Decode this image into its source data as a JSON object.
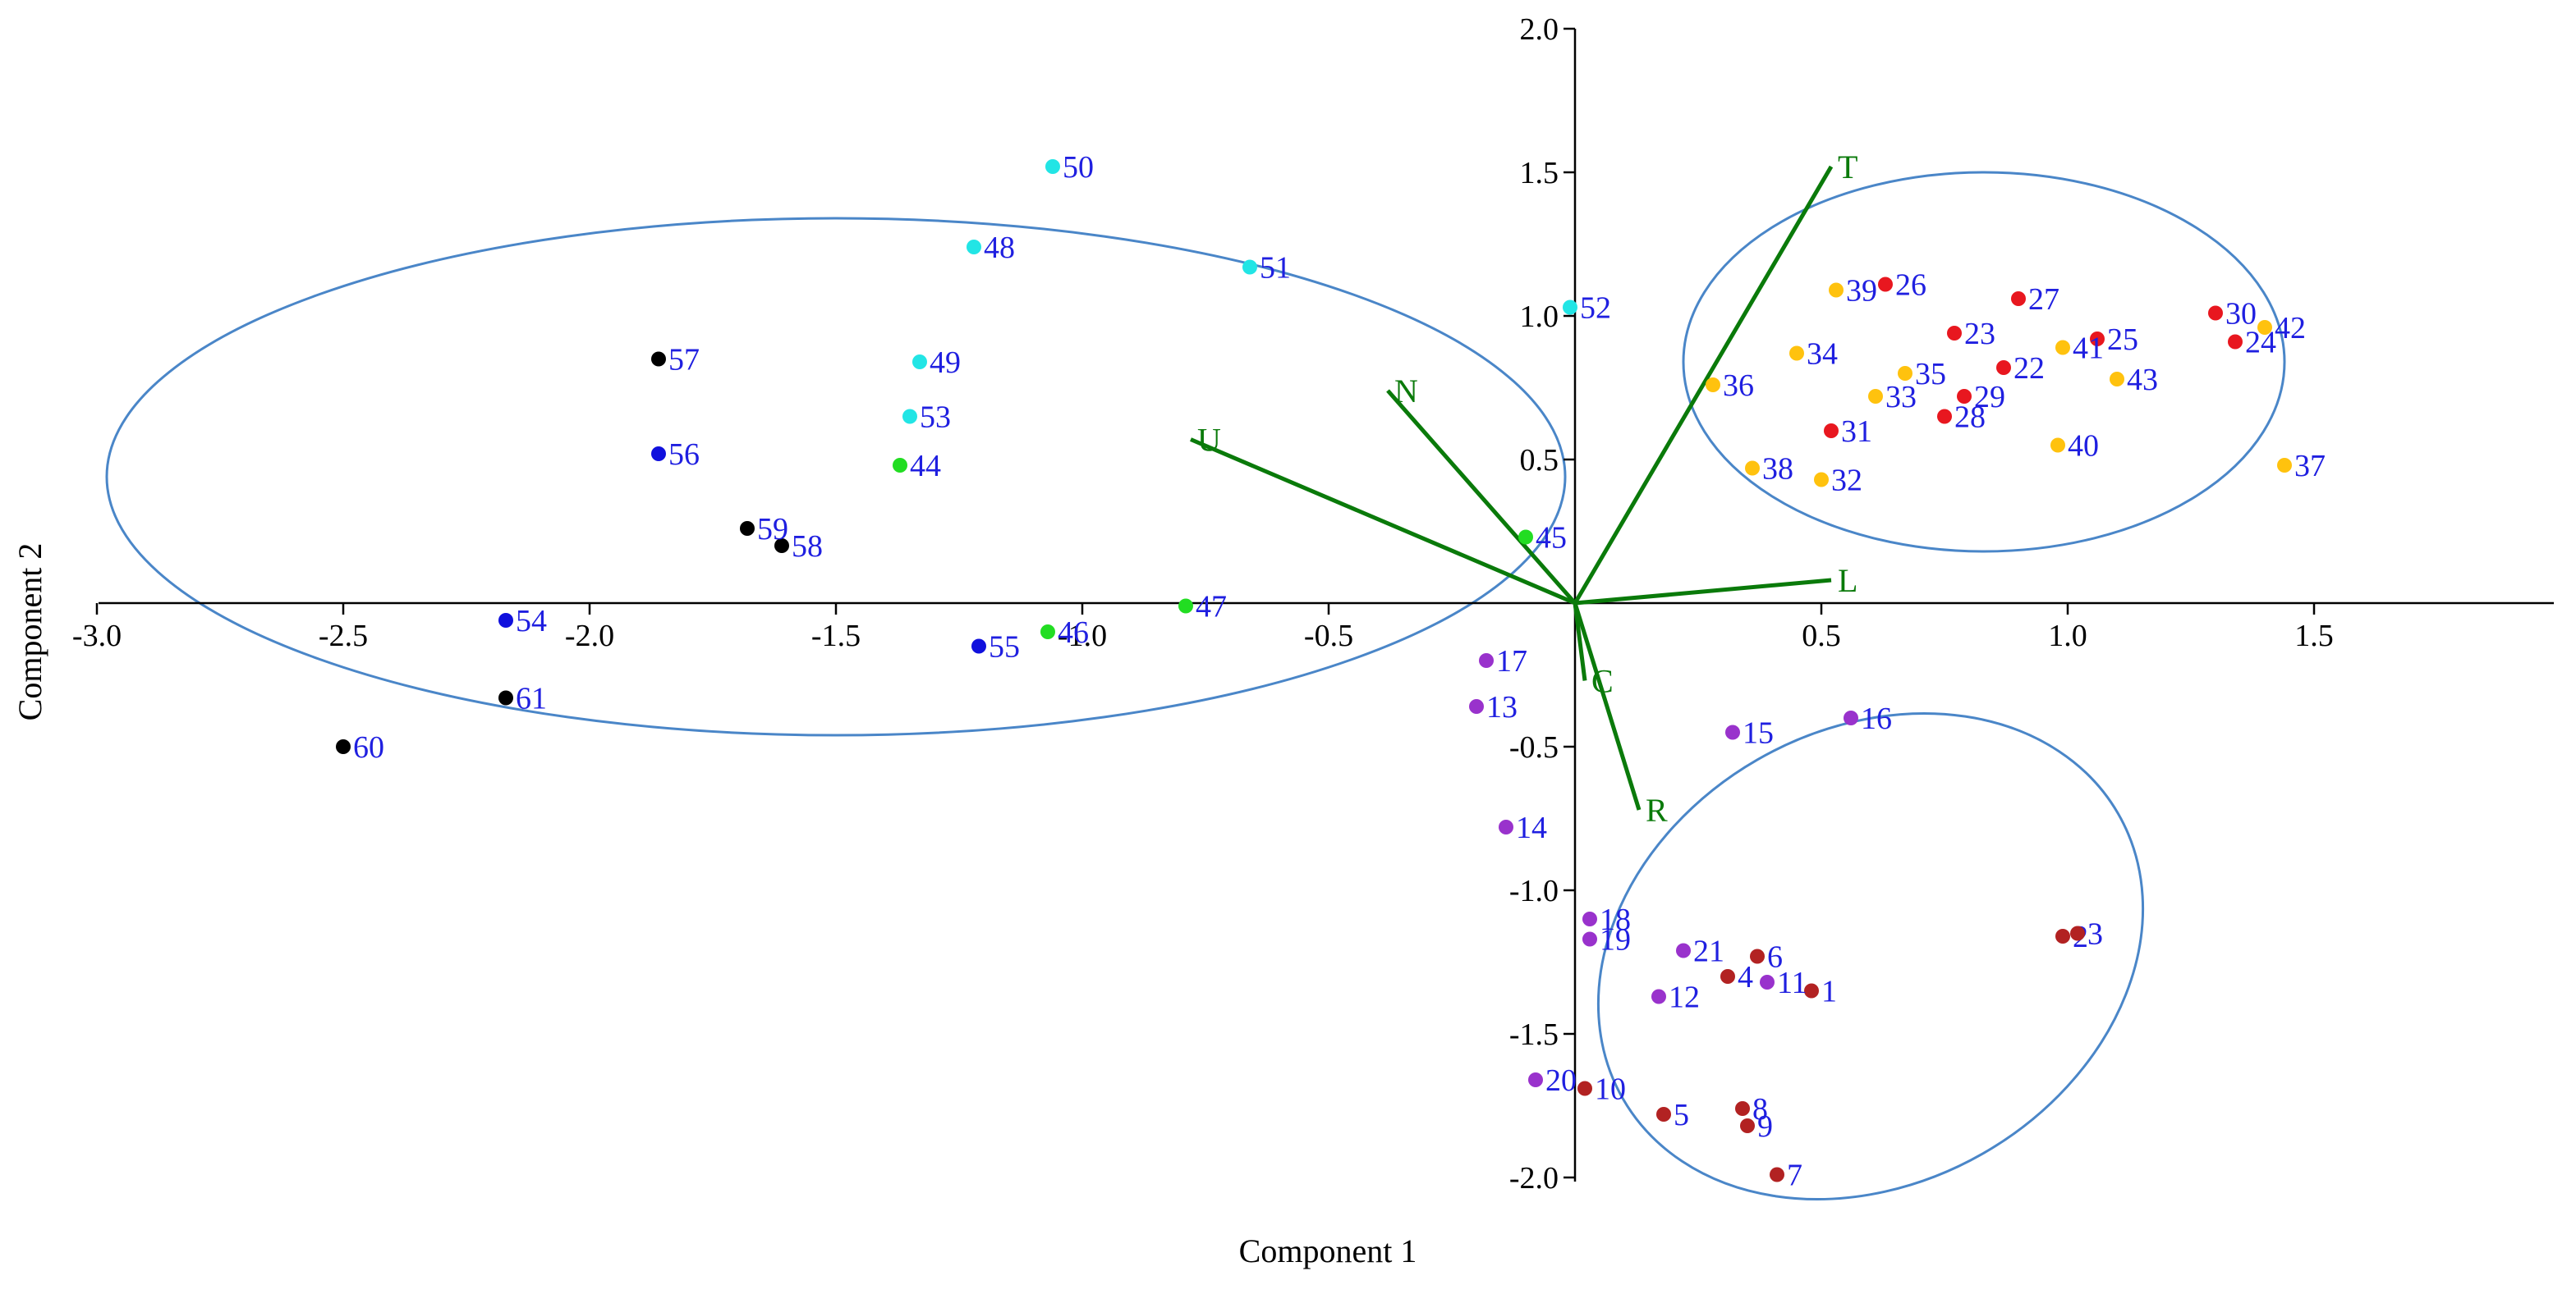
{
  "chart_data": {
    "type": "scatter",
    "xlabel": "Component 1",
    "ylabel": "Component 2",
    "xlim": [
      -3.0,
      2.0
    ],
    "ylim": [
      -2.0,
      2.0
    ],
    "x_ticks": [
      "-3.0",
      "-2.5",
      "-2.0",
      "-1.5",
      "-1.0",
      "-0.5",
      "0.5",
      "1.0",
      "1.5"
    ],
    "y_ticks": [
      "2.0",
      "1.5",
      "1.0",
      "0.5",
      "-0.5",
      "-1.0",
      "-1.5",
      "-2.0"
    ],
    "colors": {
      "axis": "#000000",
      "ellipse": "#4a86c8",
      "loading": "#0a7a0a",
      "label": "#1f1fe0"
    },
    "points": [
      {
        "label": "1",
        "x": 0.48,
        "y": -1.35,
        "color": "#b22222"
      },
      {
        "label": "2",
        "x": 0.99,
        "y": -1.16,
        "color": "#b22222"
      },
      {
        "label": "3",
        "x": 1.02,
        "y": -1.15,
        "color": "#b22222"
      },
      {
        "label": "4",
        "x": 0.31,
        "y": -1.3,
        "color": "#b22222"
      },
      {
        "label": "5",
        "x": 0.18,
        "y": -1.78,
        "color": "#b22222"
      },
      {
        "label": "6",
        "x": 0.37,
        "y": -1.23,
        "color": "#b22222"
      },
      {
        "label": "7",
        "x": 0.41,
        "y": -1.99,
        "color": "#b22222"
      },
      {
        "label": "8",
        "x": 0.34,
        "y": -1.76,
        "color": "#b22222"
      },
      {
        "label": "9",
        "x": 0.35,
        "y": -1.82,
        "color": "#b22222"
      },
      {
        "label": "10",
        "x": 0.02,
        "y": -1.69,
        "color": "#b22222"
      },
      {
        "label": "11",
        "x": 0.39,
        "y": -1.32,
        "color": "#9932cc"
      },
      {
        "label": "12",
        "x": 0.17,
        "y": -1.37,
        "color": "#9932cc"
      },
      {
        "label": "13",
        "x": -0.2,
        "y": -0.36,
        "color": "#9932cc"
      },
      {
        "label": "14",
        "x": -0.14,
        "y": -0.78,
        "color": "#9932cc"
      },
      {
        "label": "15",
        "x": 0.32,
        "y": -0.45,
        "color": "#9932cc"
      },
      {
        "label": "16",
        "x": 0.56,
        "y": -0.4,
        "color": "#9932cc"
      },
      {
        "label": "17",
        "x": -0.18,
        "y": -0.2,
        "color": "#9932cc"
      },
      {
        "label": "18",
        "x": 0.03,
        "y": -1.1,
        "color": "#9932cc"
      },
      {
        "label": "19",
        "x": 0.03,
        "y": -1.17,
        "color": "#9932cc"
      },
      {
        "label": "20",
        "x": -0.08,
        "y": -1.66,
        "color": "#9932cc"
      },
      {
        "label": "21",
        "x": 0.22,
        "y": -1.21,
        "color": "#9932cc"
      },
      {
        "label": "22",
        "x": 0.87,
        "y": 0.82,
        "color": "#e8171f"
      },
      {
        "label": "23",
        "x": 0.77,
        "y": 0.94,
        "color": "#e8171f"
      },
      {
        "label": "24",
        "x": 1.34,
        "y": 0.91,
        "color": "#e8171f"
      },
      {
        "label": "25",
        "x": 1.06,
        "y": 0.92,
        "color": "#e8171f"
      },
      {
        "label": "26",
        "x": 0.63,
        "y": 1.11,
        "color": "#e8171f"
      },
      {
        "label": "27",
        "x": 0.9,
        "y": 1.06,
        "color": "#e8171f"
      },
      {
        "label": "28",
        "x": 0.75,
        "y": 0.65,
        "color": "#e8171f"
      },
      {
        "label": "29",
        "x": 0.79,
        "y": 0.72,
        "color": "#e8171f"
      },
      {
        "label": "30",
        "x": 1.3,
        "y": 1.01,
        "color": "#e8171f"
      },
      {
        "label": "31",
        "x": 0.52,
        "y": 0.6,
        "color": "#e8171f"
      },
      {
        "label": "32",
        "x": 0.5,
        "y": 0.43,
        "color": "#ffc20e"
      },
      {
        "label": "33",
        "x": 0.61,
        "y": 0.72,
        "color": "#ffc20e"
      },
      {
        "label": "34",
        "x": 0.45,
        "y": 0.87,
        "color": "#ffc20e"
      },
      {
        "label": "35",
        "x": 0.67,
        "y": 0.8,
        "color": "#ffc20e"
      },
      {
        "label": "36",
        "x": 0.28,
        "y": 0.76,
        "color": "#ffc20e"
      },
      {
        "label": "37",
        "x": 1.44,
        "y": 0.48,
        "color": "#ffc20e"
      },
      {
        "label": "38",
        "x": 0.36,
        "y": 0.47,
        "color": "#ffc20e"
      },
      {
        "label": "39",
        "x": 0.53,
        "y": 1.09,
        "color": "#ffc20e"
      },
      {
        "label": "40",
        "x": 0.98,
        "y": 0.55,
        "color": "#ffc20e"
      },
      {
        "label": "41",
        "x": 0.99,
        "y": 0.89,
        "color": "#ffc20e"
      },
      {
        "label": "42",
        "x": 1.4,
        "y": 0.96,
        "color": "#ffc20e"
      },
      {
        "label": "43",
        "x": 1.1,
        "y": 0.78,
        "color": "#ffc20e"
      },
      {
        "label": "44",
        "x": -1.37,
        "y": 0.48,
        "color": "#22dd22"
      },
      {
        "label": "45",
        "x": -0.1,
        "y": 0.23,
        "color": "#22dd22"
      },
      {
        "label": "46",
        "x": -1.07,
        "y": -0.1,
        "color": "#22dd22"
      },
      {
        "label": "47",
        "x": -0.79,
        "y": -0.01,
        "color": "#22dd22"
      },
      {
        "label": "48",
        "x": -1.22,
        "y": 1.24,
        "color": "#22e5e5"
      },
      {
        "label": "49",
        "x": -1.33,
        "y": 0.84,
        "color": "#22e5e5"
      },
      {
        "label": "50",
        "x": -1.06,
        "y": 1.52,
        "color": "#22e5e5"
      },
      {
        "label": "51",
        "x": -0.66,
        "y": 1.17,
        "color": "#22e5e5"
      },
      {
        "label": "52",
        "x": -0.01,
        "y": 1.03,
        "color": "#22e5e5"
      },
      {
        "label": "53",
        "x": -1.35,
        "y": 0.65,
        "color": "#22e5e5"
      },
      {
        "label": "54",
        "x": -2.17,
        "y": -0.06,
        "color": "#1010dd"
      },
      {
        "label": "55",
        "x": -1.21,
        "y": -0.15,
        "color": "#1010dd"
      },
      {
        "label": "56",
        "x": -1.86,
        "y": 0.52,
        "color": "#1010dd"
      },
      {
        "label": "57",
        "x": -1.86,
        "y": 0.85,
        "color": "#000000"
      },
      {
        "label": "58",
        "x": -1.61,
        "y": 0.2,
        "color": "#000000"
      },
      {
        "label": "59",
        "x": -1.68,
        "y": 0.26,
        "color": "#000000"
      },
      {
        "label": "60",
        "x": -2.5,
        "y": -0.5,
        "color": "#000000"
      },
      {
        "label": "61",
        "x": -2.17,
        "y": -0.33,
        "color": "#000000"
      }
    ],
    "loadings": [
      {
        "label": "T",
        "x": 0.52,
        "y": 1.52
      },
      {
        "label": "N",
        "x": -0.38,
        "y": 0.74
      },
      {
        "label": "U",
        "x": -0.78,
        "y": 0.57
      },
      {
        "label": "L",
        "x": 0.52,
        "y": 0.08
      },
      {
        "label": "C",
        "x": 0.02,
        "y": -0.27
      },
      {
        "label": "R",
        "x": 0.13,
        "y": -0.72
      }
    ],
    "ellipses": [
      {
        "cx": -1.5,
        "cy": 0.44,
        "rx": 1.48,
        "ry": 0.9,
        "rotation": 0
      },
      {
        "cx": 0.83,
        "cy": 0.84,
        "rx": 0.61,
        "ry": 0.66,
        "rotation": 0
      },
      {
        "cx": 0.6,
        "cy": -1.23,
        "rx": 0.58,
        "ry": 0.79,
        "rotation": -30
      }
    ]
  }
}
